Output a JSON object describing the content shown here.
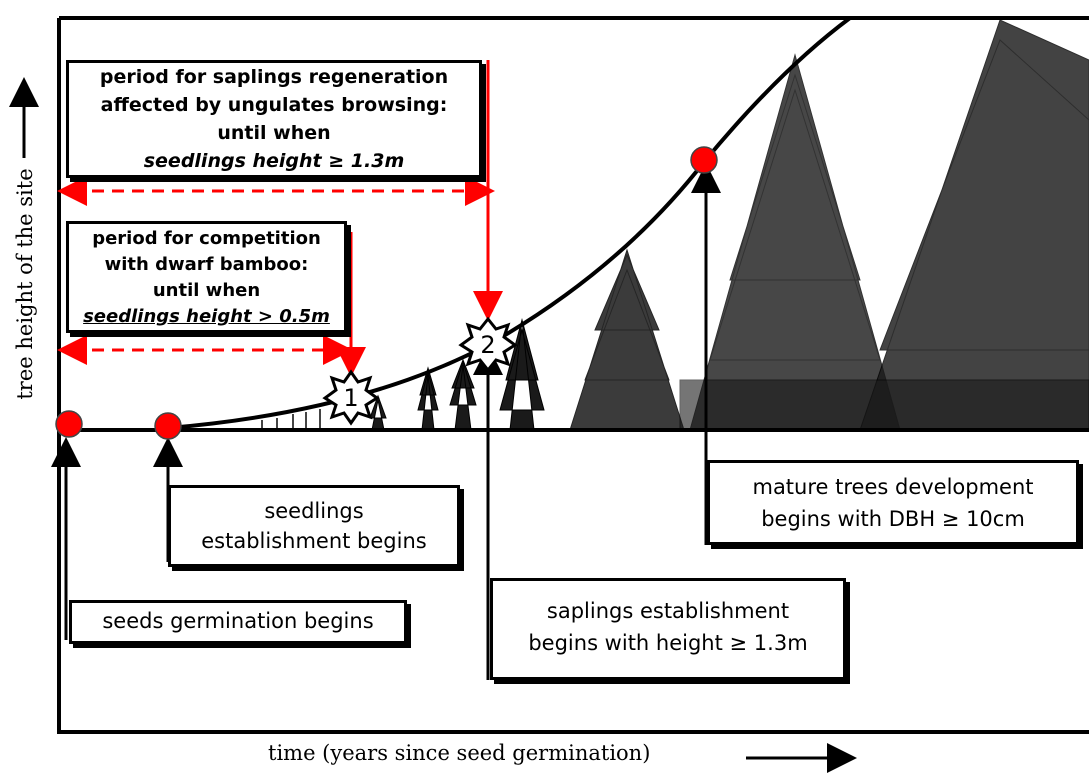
{
  "axes": {
    "y_label": "tree height of the site",
    "x_label": "time (years since seed germination)"
  },
  "browsing_box": {
    "line1": "period for saplings regeneration",
    "line2": "affected by ungulates browsing:",
    "line3": "until when",
    "line4_italic": "seedlings height",
    "line4_rest": " ≥  1.3m"
  },
  "bamboo_box": {
    "line1": "period for competition",
    "line2": "with dwarf bamboo:",
    "line3": "until when",
    "line4_italic": "seedlings height > 0.5m"
  },
  "stage_labels": {
    "seedlings": [
      "seedlings",
      "establishment begins"
    ],
    "germination": "seeds germination begins",
    "saplings": [
      "saplings establishment",
      "begins with height ≥ 1.3m"
    ],
    "mature": [
      "mature trees development",
      "begins with DBH ≥ 10cm"
    ]
  },
  "markers": {
    "star1": "1",
    "star2": "2"
  },
  "colors": {
    "accent_red": "#ff0000",
    "dot_red": "#ff0000",
    "line": "#000000"
  }
}
